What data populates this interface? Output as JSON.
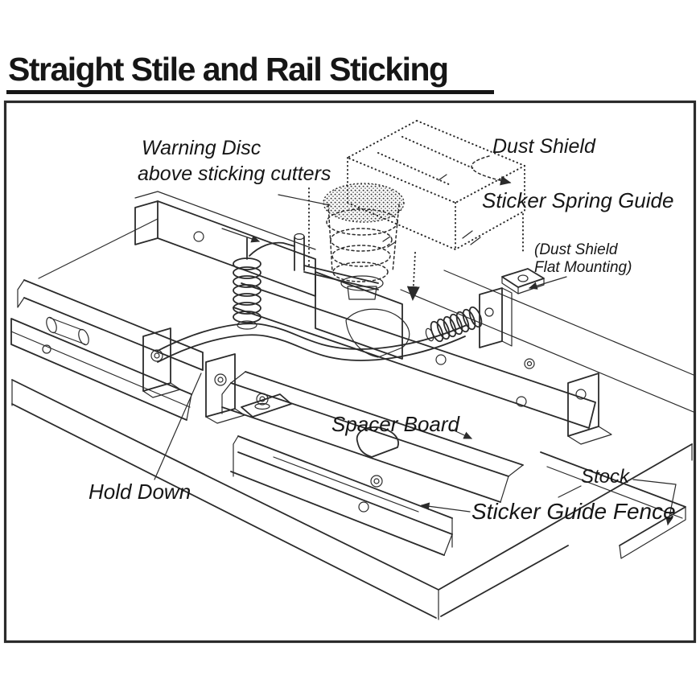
{
  "page": {
    "title": "Straight Stile and Rail Sticking"
  },
  "figure": {
    "type": "technical-line-diagram",
    "subject": "shaper sticking setup, isometric exploded view",
    "labels": {
      "warning_disc_line1": "Warning Disc",
      "warning_disc_line2": "above sticking cutters",
      "dust_shield": "Dust Shield",
      "sticker_spring_guide": "Sticker Spring Guide",
      "flat_mounting_line1": "(Dust Shield",
      "flat_mounting_line2": "Flat Mounting)",
      "spacer_board": "Spacer Board",
      "hold_down": "Hold Down",
      "stock": "Stock",
      "sticker_guide_fence": "Sticker Guide Fence"
    },
    "colors": {
      "line": "#2b2b2b",
      "text": "#161616",
      "background": "#ffffff"
    }
  }
}
